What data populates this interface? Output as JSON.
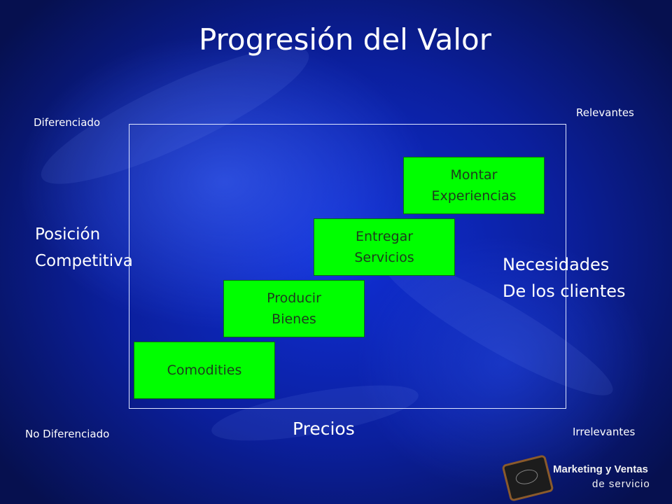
{
  "title": "Progresión del Valor",
  "corners": {
    "top_left": "Diferenciado",
    "top_right": "Relevantes",
    "bottom_left": "No Diferenciado",
    "bottom_right": "Irrelevantes"
  },
  "axes": {
    "left": "Posición\nCompetitiva",
    "right": "Necesidades\nDe los clientes",
    "bottom": "Precios"
  },
  "stages": [
    {
      "label": "Comodities"
    },
    {
      "label": "Producir\nBienes"
    },
    {
      "label": "Entregar\nServicios"
    },
    {
      "label": "Montar\nExperiencias"
    }
  ],
  "colors": {
    "box_fill": "#00ff00",
    "background": "#0b1f9c"
  },
  "brand": {
    "line1": "Marketing y Ventas",
    "line2": "de servicio",
    "icon": "chalkboard-icon"
  }
}
